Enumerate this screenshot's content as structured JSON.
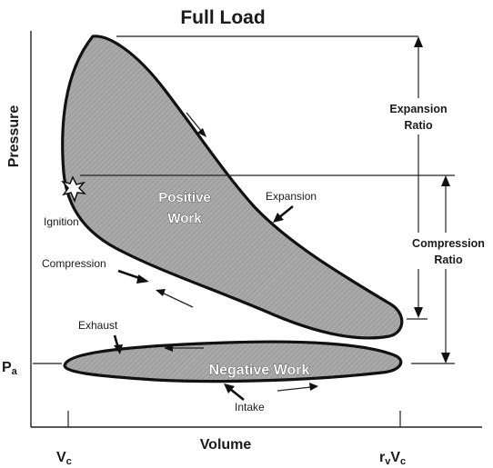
{
  "title": "Full Load",
  "axes": {
    "y_label": "Pressure",
    "x_label": "Volume",
    "pa_tick": "P",
    "pa_sub": "a",
    "vc_tick": "V",
    "vc_sub": "c",
    "rv_tick_r": "r",
    "rv_sub_v": "v",
    "rv_tick_v": "V",
    "rv_sub_c": "c"
  },
  "regions": {
    "positive_line1": "Positive",
    "positive_line2": "Work",
    "negative": "Negative Work"
  },
  "annotations": {
    "ignition": "Ignition",
    "compression": "Compression",
    "expansion": "Expansion",
    "exhaust": "Exhaust",
    "intake": "Intake"
  },
  "ratios": {
    "expansion_line1": "Expansion",
    "expansion_line2": "Ratio",
    "compression_line1": "Compression",
    "compression_line2": "Ratio"
  },
  "colors": {
    "fill": "#a9a9a9",
    "outline": "#111111"
  }
}
